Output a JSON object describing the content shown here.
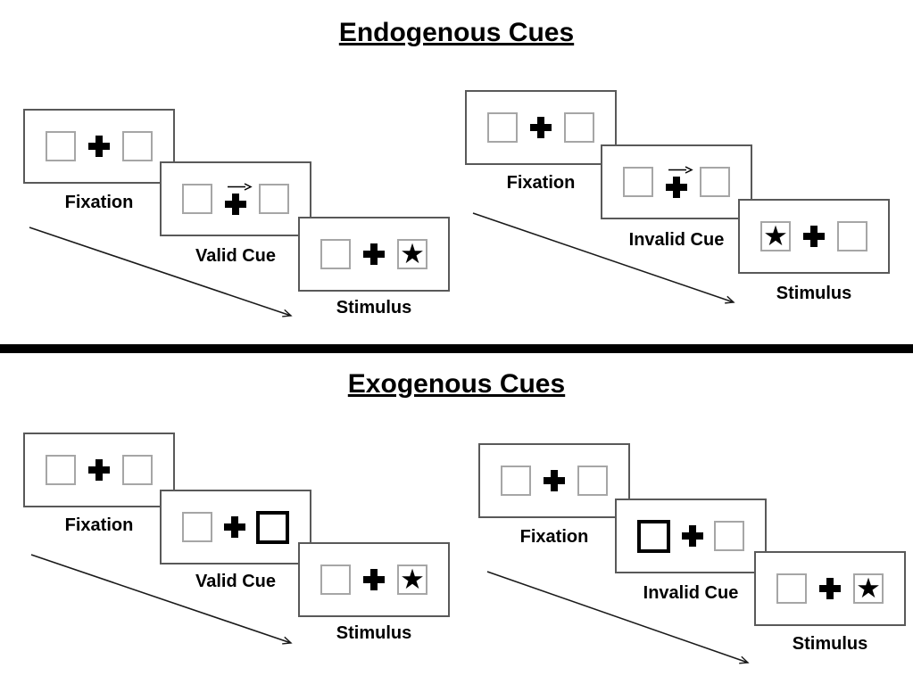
{
  "sections": [
    {
      "title": "Endogenous Cues",
      "sequences": [
        {
          "name": "valid-cue-trial",
          "frames": [
            {
              "label": "Fixation",
              "left": "empty-square",
              "center": "fixation-cross",
              "right": "empty-square"
            },
            {
              "label": "Valid Cue",
              "left": "empty-square",
              "center": "fixation-cross-with-right-arrow",
              "right": "empty-square"
            },
            {
              "label": "Stimulus",
              "left": "empty-square",
              "center": "fixation-cross",
              "right": "star-target"
            }
          ]
        },
        {
          "name": "invalid-cue-trial",
          "frames": [
            {
              "label": "Fixation",
              "left": "empty-square",
              "center": "fixation-cross",
              "right": "empty-square"
            },
            {
              "label": "Invalid Cue",
              "left": "empty-square",
              "center": "fixation-cross-with-right-arrow",
              "right": "empty-square"
            },
            {
              "label": "Stimulus",
              "left": "star-target",
              "center": "fixation-cross",
              "right": "empty-square"
            }
          ]
        }
      ]
    },
    {
      "title": "Exogenous Cues",
      "sequences": [
        {
          "name": "valid-cue-trial",
          "frames": [
            {
              "label": "Fixation",
              "left": "empty-square",
              "center": "fixation-cross",
              "right": "empty-square"
            },
            {
              "label": "Valid Cue",
              "left": "empty-square",
              "center": "fixation-cross",
              "right": "highlighted-square"
            },
            {
              "label": "Stimulus",
              "left": "empty-square",
              "center": "fixation-cross",
              "right": "star-target"
            }
          ]
        },
        {
          "name": "invalid-cue-trial",
          "frames": [
            {
              "label": "Fixation",
              "left": "empty-square",
              "center": "fixation-cross",
              "right": "empty-square"
            },
            {
              "label": "Invalid Cue",
              "left": "highlighted-square",
              "center": "fixation-cross",
              "right": "empty-square"
            },
            {
              "label": "Stimulus",
              "left": "empty-square",
              "center": "fixation-cross",
              "right": "star-target"
            }
          ]
        }
      ]
    }
  ],
  "icons": {
    "star": "★",
    "fixation_cross": "✚",
    "cue_arrow": "→"
  },
  "colors": {
    "screen_border": "#595959",
    "placeholder_border": "#a6a6a6",
    "highlight_border": "#000000",
    "ink": "#000000",
    "divider": "#000000",
    "background": "#ffffff"
  }
}
